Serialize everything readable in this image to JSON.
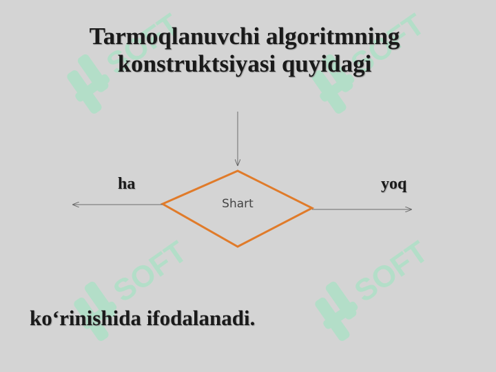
{
  "title": {
    "line1": "Tarmoqlanuvchi algoritmning",
    "line2": "konstruktsiyasi quyidagi"
  },
  "diagram": {
    "condition_label": "Shart",
    "yes_label": "ha",
    "no_label": "yoq",
    "condition_stroke_color": "#e07b2a",
    "arrow_color": "#6b6b6b"
  },
  "footer": {
    "text": "ko‘rinishida ifodalanadi."
  },
  "watermark": {
    "text": "SOFT",
    "color": "#8fd9b4"
  }
}
